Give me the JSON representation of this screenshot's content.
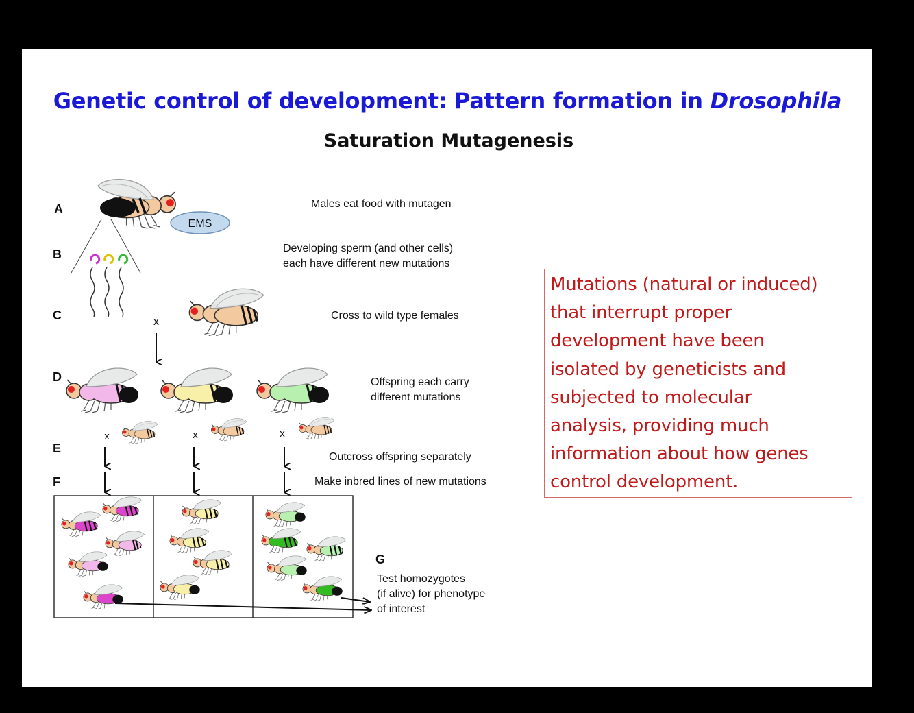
{
  "slide": {
    "title_main": "Genetic control of development: Pattern formation in ",
    "title_italic": "Drosophila",
    "subtitle": "Saturation Mutagenesis"
  },
  "steps": [
    {
      "letter": "A",
      "caption": [
        "Males eat food with mutagen"
      ]
    },
    {
      "letter": "B",
      "caption": [
        "Developing sperm (and other cells)",
        "each have different new mutations"
      ]
    },
    {
      "letter": "C",
      "caption": [
        "Cross to wild type females"
      ]
    },
    {
      "letter": "D",
      "caption": [
        "Offspring each carry",
        "different mutations"
      ]
    },
    {
      "letter": "E",
      "caption": [
        "Outcross offspring separately"
      ]
    },
    {
      "letter": "F",
      "caption": [
        "Make inbred lines of new mutations"
      ]
    },
    {
      "letter": "G",
      "caption": [
        "Test homozygotes",
        "(if alive) for phenotype",
        "of interest"
      ]
    }
  ],
  "mutagen_label": "EMS",
  "cross_symbol": "x",
  "info_box": {
    "lines": [
      "Mutations (natural or induced)",
      "that interrupt proper",
      "development have been",
      "isolated by geneticists and",
      "subjected to molecular",
      "analysis, providing much",
      "information about how genes",
      "control development."
    ]
  },
  "colors": {
    "title": "#1a1ad6",
    "info_text": "#c01a1a",
    "info_border": "#d46a6a",
    "fly_body": "#f3c9a0",
    "line1": "#f2b8ea",
    "line1_dark": "#dd44cc",
    "line2": "#f8f0a8",
    "line3": "#b8f0b0",
    "line3_dark": "#33bb22"
  }
}
